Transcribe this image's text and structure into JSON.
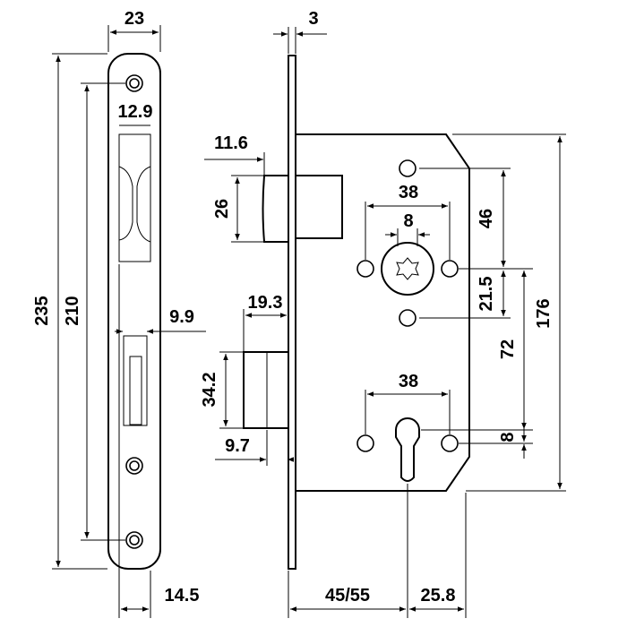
{
  "dimensions": {
    "faceplate_width": "23",
    "forend_thickness": "3",
    "faceplate_length": "235",
    "fixing_hole_spacing": "210",
    "latch_offset": "12.9",
    "latch_projection": "11.6",
    "latch_height": "26",
    "bolt_offset": "9.9",
    "bolt_projection": "19.3",
    "bolt_height": "34.2",
    "bolt_inset": "9.7",
    "bottom_offset": "14.5",
    "upper_hole_spacing": "38",
    "follower_square": "8",
    "upper_vertical": "46",
    "follower_to_center": "21.5",
    "body_height": "176",
    "centre_distance": "72",
    "lower_hole_spacing": "38",
    "cylinder_offset": "8",
    "backset": "45/55",
    "cylinder_to_edge": "25.8"
  }
}
